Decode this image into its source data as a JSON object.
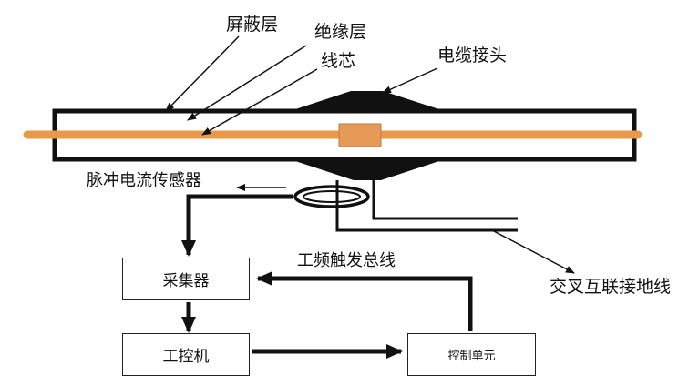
{
  "labels": {
    "shield_layer": "屏蔽层",
    "insulation_layer": "绝缘层",
    "core": "线芯",
    "cable_joint": "电缆接头",
    "pulse_sensor": "脉冲电流传感器",
    "cross_bonding_ground": "交叉互联接地线",
    "trigger_bus": "工频触发总线"
  },
  "boxes": {
    "collector": "采集器",
    "ipc": "工控机",
    "control_unit": "控制单元"
  },
  "colors": {
    "core": "#e8994a",
    "joint": "#e59a57",
    "line": "#111111"
  }
}
